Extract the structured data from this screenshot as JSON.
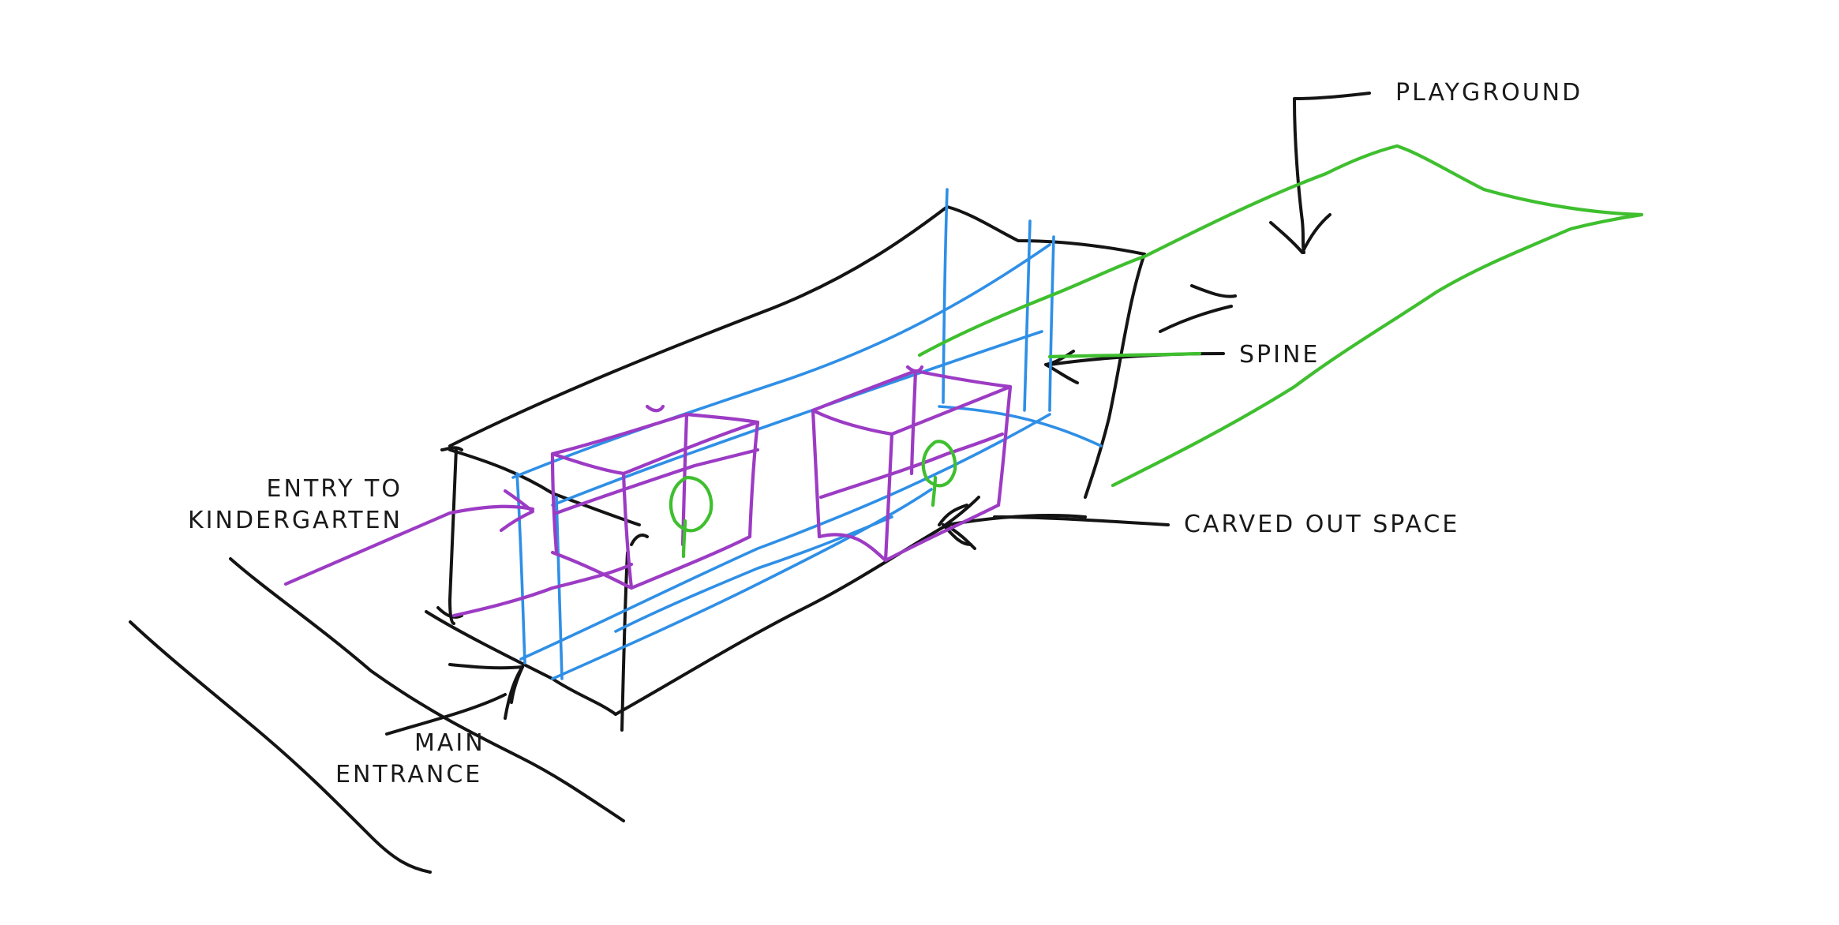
{
  "labels": {
    "playground": "PLAYGROUND",
    "spine": "SPINE",
    "carved_out_space": "CARVED OUT SPACE",
    "entry_line1": "ENTRY TO",
    "entry_line2": "KINDERGARTEN",
    "main_line1": "MAIN",
    "main_line2": "ENTRANCE"
  },
  "colors": {
    "ink": "#141414",
    "blue": "#2f8fe6",
    "purple": "#9c3bc4",
    "green": "#3fbf2f"
  }
}
